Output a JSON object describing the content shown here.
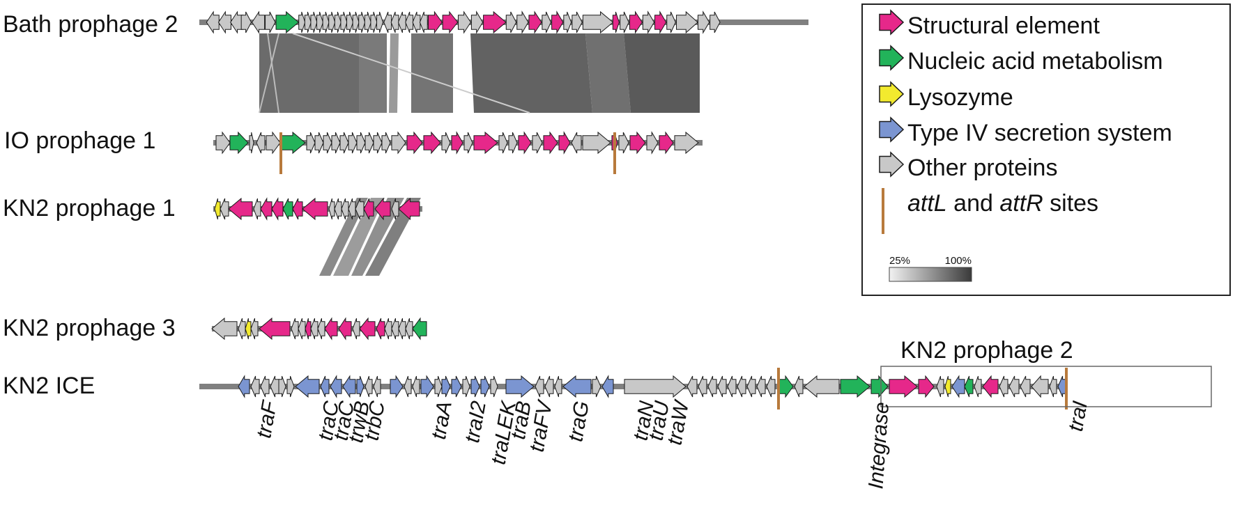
{
  "colors": {
    "structural": "#e6288a",
    "nucleic": "#22b35a",
    "lysozyme": "#f2ea2e",
    "t4ss": "#7b95d1",
    "other": "#c8c8c8",
    "att": "#b87a3c",
    "backbone": "#808080",
    "outline": "#1a1a1a"
  },
  "tracks": [
    {
      "id": "bath2",
      "label": "Bath prophage 2"
    },
    {
      "id": "io1",
      "label": "IO prophage 1"
    },
    {
      "id": "kn2p1",
      "label": "KN2 prophage 1"
    },
    {
      "id": "kn2p3",
      "label": "KN2 prophage 3"
    },
    {
      "id": "kn2ice",
      "label": "KN2 ICE"
    }
  ],
  "region": {
    "label": "KN2 prophage 2"
  },
  "ice_gene_labels": [
    {
      "id": "traF",
      "text": "traF"
    },
    {
      "id": "traC",
      "text": "traC"
    },
    {
      "id": "traC2",
      "text": "traC"
    },
    {
      "id": "trwB",
      "text": "trwB"
    },
    {
      "id": "trbC",
      "text": "trbC"
    },
    {
      "id": "traA",
      "text": "traA"
    },
    {
      "id": "traI2",
      "text": "traI2"
    },
    {
      "id": "traLEK",
      "text": "traLEK"
    },
    {
      "id": "traB",
      "text": "traB"
    },
    {
      "id": "traFV",
      "text": "traFV"
    },
    {
      "id": "traG",
      "text": "traG"
    },
    {
      "id": "traN",
      "text": "traN"
    },
    {
      "id": "traU",
      "text": "traU"
    },
    {
      "id": "traW",
      "text": "traW"
    },
    {
      "id": "integrase",
      "text": "Integrase"
    },
    {
      "id": "traI",
      "text": "traI"
    }
  ],
  "legend": {
    "items": [
      {
        "key": "structural",
        "label": "Structural element"
      },
      {
        "key": "nucleic",
        "label": "Nucleic acid metabolism"
      },
      {
        "key": "lysozyme",
        "label": "Lysozyme"
      },
      {
        "key": "t4ss",
        "label": "Type IV secretion system"
      },
      {
        "key": "other",
        "label": "Other proteins"
      }
    ],
    "att": {
      "part1": "attL",
      "part2": " and ",
      "part3": "attR",
      "part4": " sites"
    },
    "scale": {
      "min": "25%",
      "max": "100%"
    }
  }
}
